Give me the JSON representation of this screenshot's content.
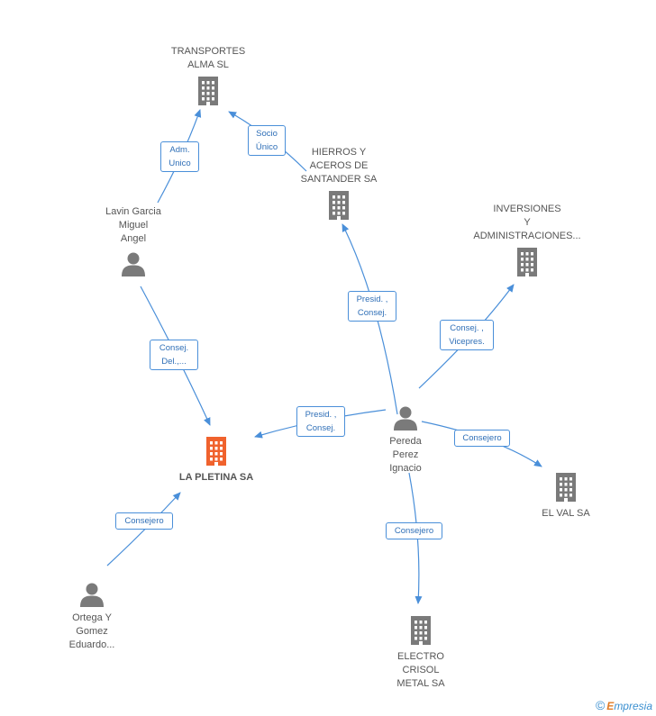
{
  "nodes": {
    "transportes": {
      "label": "TRANSPORTES\nALMA SL",
      "kind": "company"
    },
    "hierros": {
      "label": "HIERROS Y\nACEROS DE\nSANTANDER SA",
      "kind": "company"
    },
    "inversiones": {
      "label": "INVERSIONES\nY\nADMINISTRACIONES...",
      "kind": "company"
    },
    "lavin": {
      "label": "Lavin Garcia\nMiguel\nAngel",
      "kind": "person"
    },
    "pletina": {
      "label": "LA PLETINA SA",
      "kind": "company-main"
    },
    "pereda": {
      "label": "Pereda\nPerez\nIgnacio",
      "kind": "person"
    },
    "elval": {
      "label": "EL VAL SA",
      "kind": "company"
    },
    "ortega": {
      "label": "Ortega Y\nGomez\nEduardo...",
      "kind": "person"
    },
    "electro": {
      "label": "ELECTRO\nCRISOL\nMETAL SA",
      "kind": "company"
    }
  },
  "edges": [
    {
      "id": "lavin-transportes",
      "label": "Adm.\nUnico"
    },
    {
      "id": "hierros-transportes",
      "label": "Socio\nÚnico"
    },
    {
      "id": "pereda-hierros",
      "label": "Presid. ,\nConsej."
    },
    {
      "id": "pereda-inversiones",
      "label": "Consej. ,\nVicepres."
    },
    {
      "id": "lavin-pletina",
      "label": "Consej.\nDel.,..."
    },
    {
      "id": "pereda-pletina",
      "label": "Presid. ,\nConsej."
    },
    {
      "id": "pereda-elval",
      "label": "Consejero"
    },
    {
      "id": "ortega-pletina",
      "label": "Consejero"
    },
    {
      "id": "pereda-electro",
      "label": "Consejero"
    }
  ],
  "colors": {
    "edge": "#4a8fd9",
    "icon": "#7a7a7a",
    "main_icon": "#f0622d"
  },
  "icons": {
    "company": "building-icon",
    "person": "person-icon"
  },
  "footer": {
    "copyright": "©",
    "brand_initial": "E",
    "brand_rest": "mpresia"
  }
}
